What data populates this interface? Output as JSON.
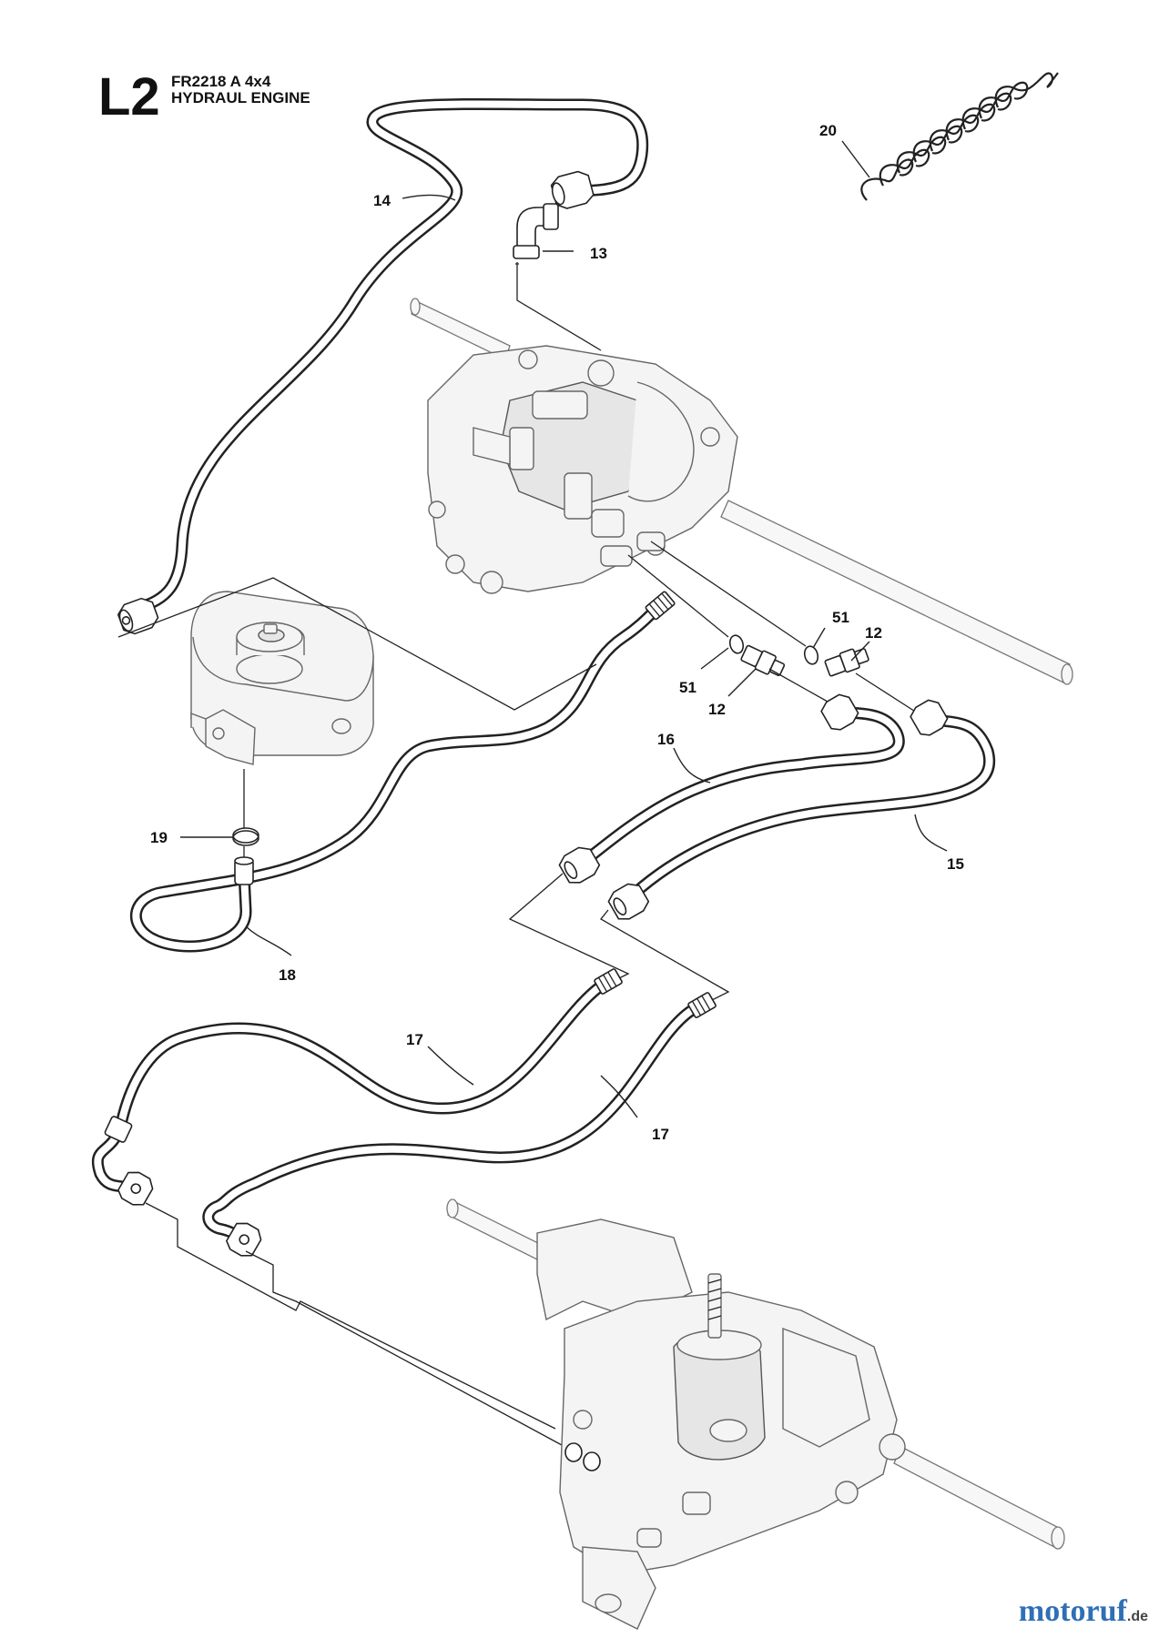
{
  "header": {
    "section_code": "L2",
    "model": "FR2218 A 4x4",
    "subtitle": "HYDRAUL ENGINE"
  },
  "callouts": [
    {
      "id": "c20",
      "label": "20"
    },
    {
      "id": "c14",
      "label": "14"
    },
    {
      "id": "c13",
      "label": "13"
    },
    {
      "id": "c51a",
      "label": "51"
    },
    {
      "id": "c12a",
      "label": "12"
    },
    {
      "id": "c51b",
      "label": "51"
    },
    {
      "id": "c12b",
      "label": "12"
    },
    {
      "id": "c16",
      "label": "16"
    },
    {
      "id": "c19",
      "label": "19"
    },
    {
      "id": "c15",
      "label": "15"
    },
    {
      "id": "c18",
      "label": "18"
    },
    {
      "id": "c17a",
      "label": "17"
    },
    {
      "id": "c17b",
      "label": "17"
    }
  ],
  "watermark": {
    "main": "motoruf",
    "tld": ".de"
  },
  "colors": {
    "line": "#222222",
    "part_outline": "#666666",
    "part_fill": "#f4f4f4",
    "watermark_brand": "#2f6fb5",
    "watermark_accent": "#e8a01c"
  }
}
